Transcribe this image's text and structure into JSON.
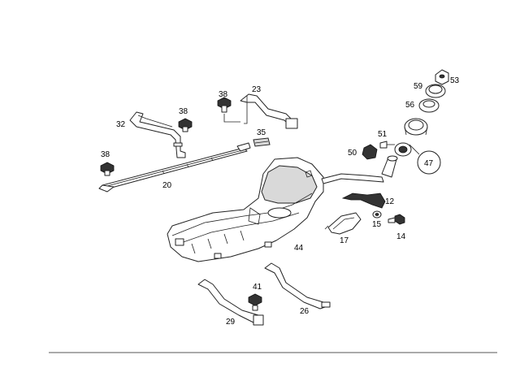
{
  "diagram": {
    "labels": {
      "p12": "12",
      "p14": "14",
      "p15": "15",
      "p17": "17",
      "p20": "20",
      "p23": "23",
      "p26": "26",
      "p29": "29",
      "p32": "32",
      "p35": "35",
      "p38a": "38",
      "p38b": "38",
      "p38c": "38",
      "p41": "41",
      "p44": "44",
      "p47": "47",
      "p50": "50",
      "p51": "51",
      "p53": "53",
      "p56": "56",
      "p59": "59"
    }
  }
}
